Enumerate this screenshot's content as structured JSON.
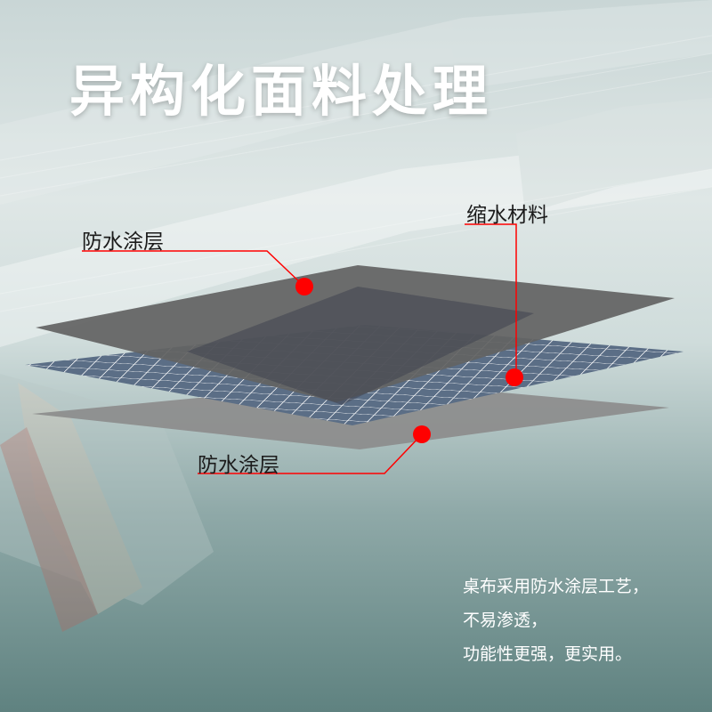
{
  "title": "异构化面料处理",
  "labels": {
    "waterproof_top": "防水涂层",
    "shrink": "缩水材料",
    "waterproof_bottom": "防水涂层"
  },
  "description": [
    "桌布采用防水涂层工艺，",
    "不易渗透，",
    "功能性更强，更实用。"
  ],
  "colors": {
    "accent": "#ff0000",
    "top_layer": "#6b6b6b",
    "grid_layer": "#5a6e86",
    "bottom_layer": "#8a8a8a"
  }
}
